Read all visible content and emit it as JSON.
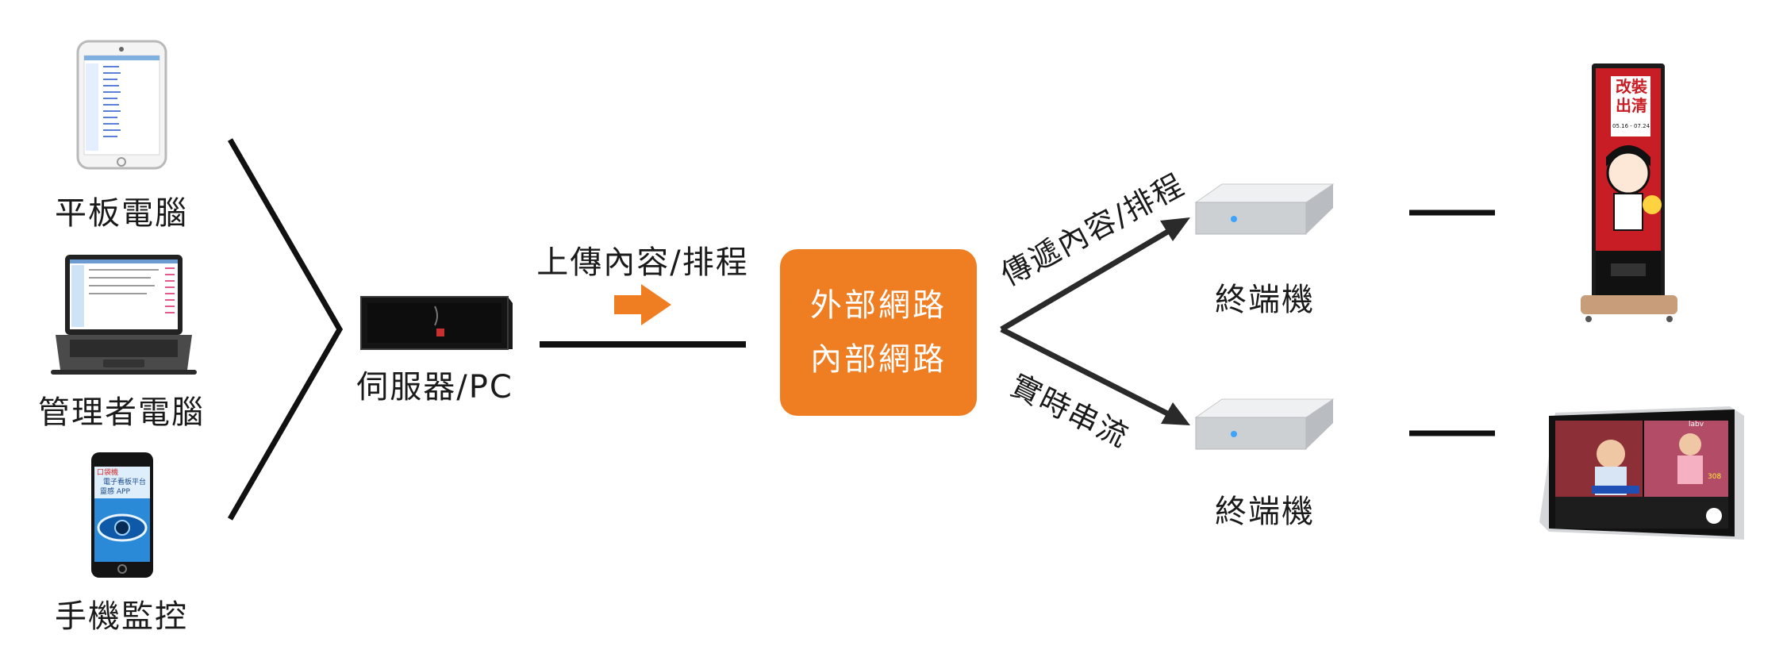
{
  "devices": {
    "tablet_label": "平板電腦",
    "laptop_label": "管理者電腦",
    "phone_label": "手機監控",
    "phone_screen_text": [
      "口袋機",
      "電子看板平台",
      "靈感 APP"
    ]
  },
  "server": {
    "label": "伺服器/PC"
  },
  "upload": {
    "label": "上傳內容/排程"
  },
  "network": {
    "line1": "外部網路",
    "line2": "內部網路"
  },
  "branches": {
    "top_label": "傳遞內容/排程",
    "bottom_label": "實時串流"
  },
  "terminals": {
    "top_label": "終端機",
    "bottom_label": "終端機"
  },
  "displays": {
    "standee_text": [
      "改裝",
      "出清",
      "05.16 - 07.24"
    ],
    "tv_text": [
      "labv",
      "308"
    ]
  },
  "colors": {
    "accent": "#ef7d22",
    "line": "#1a1a1a",
    "arrow": "#2a2a2a"
  }
}
